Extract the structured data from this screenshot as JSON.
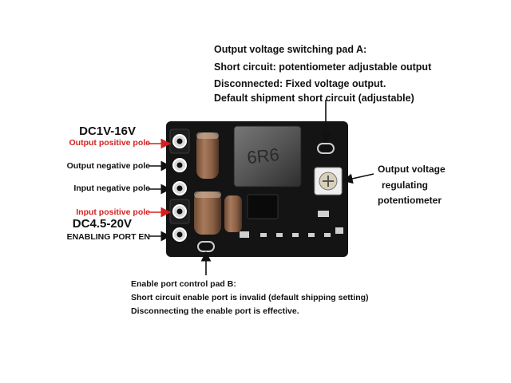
{
  "top_note": {
    "title": "Output voltage switching pad A:",
    "line1": "Short circuit: potentiometer adjustable output",
    "line2": "Disconnected: Fixed voltage output.",
    "line3": "Default shipment short circuit (adjustable)"
  },
  "left_labels": {
    "output_voltage": "DC1V-16V",
    "output_positive": "Output positive pole",
    "output_negative": "Output negative pole",
    "input_negative": "Input negative pole",
    "input_positive": "Input positive pole",
    "input_voltage": "DC4.5-20V",
    "enable_port": "ENABLING PORT EN"
  },
  "potentiometer_label": {
    "line1": "Output voltage",
    "line2": "regulating",
    "line3": "potentiometer"
  },
  "bottom_note": {
    "title": "Enable port control pad B:",
    "line1": "Short circuit enable port is invalid (default shipping setting)",
    "line2": "Disconnecting the enable port is effective."
  },
  "board": {
    "inductor_marking": "6R6",
    "pcb_color": "#141414",
    "highlight_color": "#d42020"
  }
}
